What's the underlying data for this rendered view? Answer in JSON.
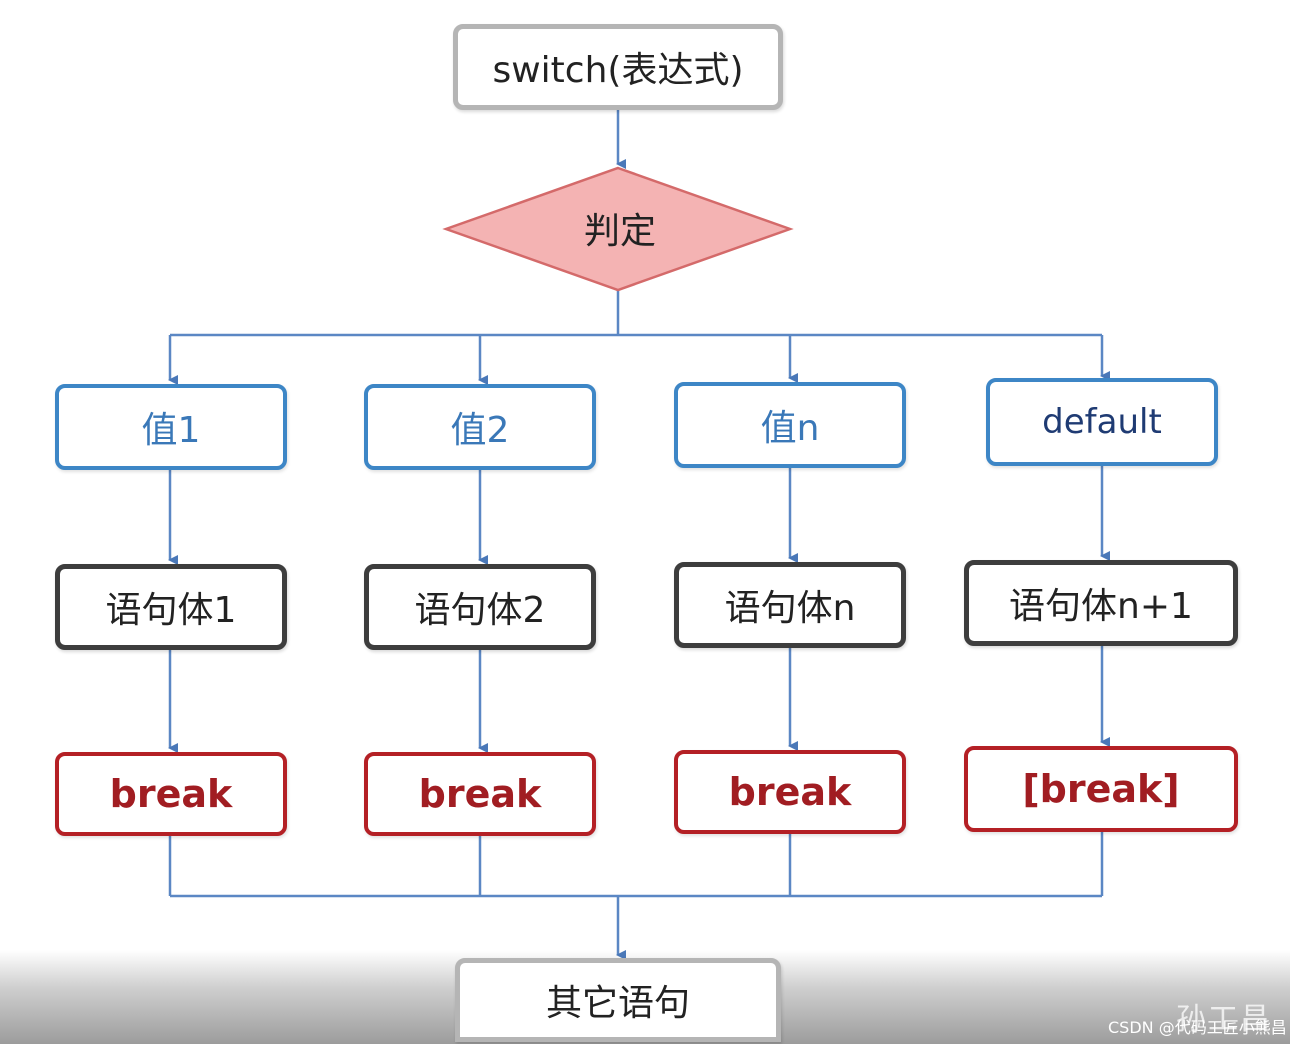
{
  "diagram": {
    "start": "switch(表达式)",
    "decision": "判定",
    "cases": [
      {
        "value": "值1",
        "body": "语句体1",
        "break": "break"
      },
      {
        "value": "值2",
        "body": "语句体2",
        "break": "break"
      },
      {
        "value": "值n",
        "body": "语句体n",
        "break": "break"
      },
      {
        "value": "default",
        "body": "语句体n+1",
        "break": "[break]"
      }
    ],
    "end": "其它语句"
  },
  "watermark": {
    "big": "孙工昌",
    "small": "CSDN @代码工匠小熊昌"
  },
  "colors": {
    "connector": "#5b87c4",
    "decision_fill": "#f4b3b3",
    "decision_stroke": "#d46a6a",
    "value_border": "#3d86c6",
    "body_border": "#3d3d3d",
    "break_border": "#b42025",
    "terminal_border": "#b5b5b5"
  }
}
